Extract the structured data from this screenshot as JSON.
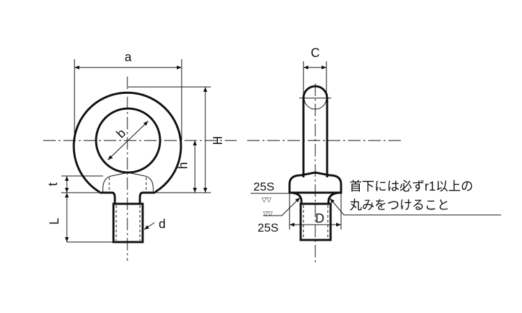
{
  "front_view": {
    "dim_a": "a",
    "dim_b": "b",
    "dim_H": "H",
    "dim_h": "h",
    "dim_t": "t",
    "dim_L": "L",
    "dim_d": "d"
  },
  "side_view": {
    "dim_C": "C",
    "dim_D": "D",
    "finish_upper": "25S",
    "finish_lower": "25S",
    "finish_symbol": "▽▽",
    "note_line1": "首下には必ずr1以上の",
    "note_line2": "丸みをつけること"
  }
}
